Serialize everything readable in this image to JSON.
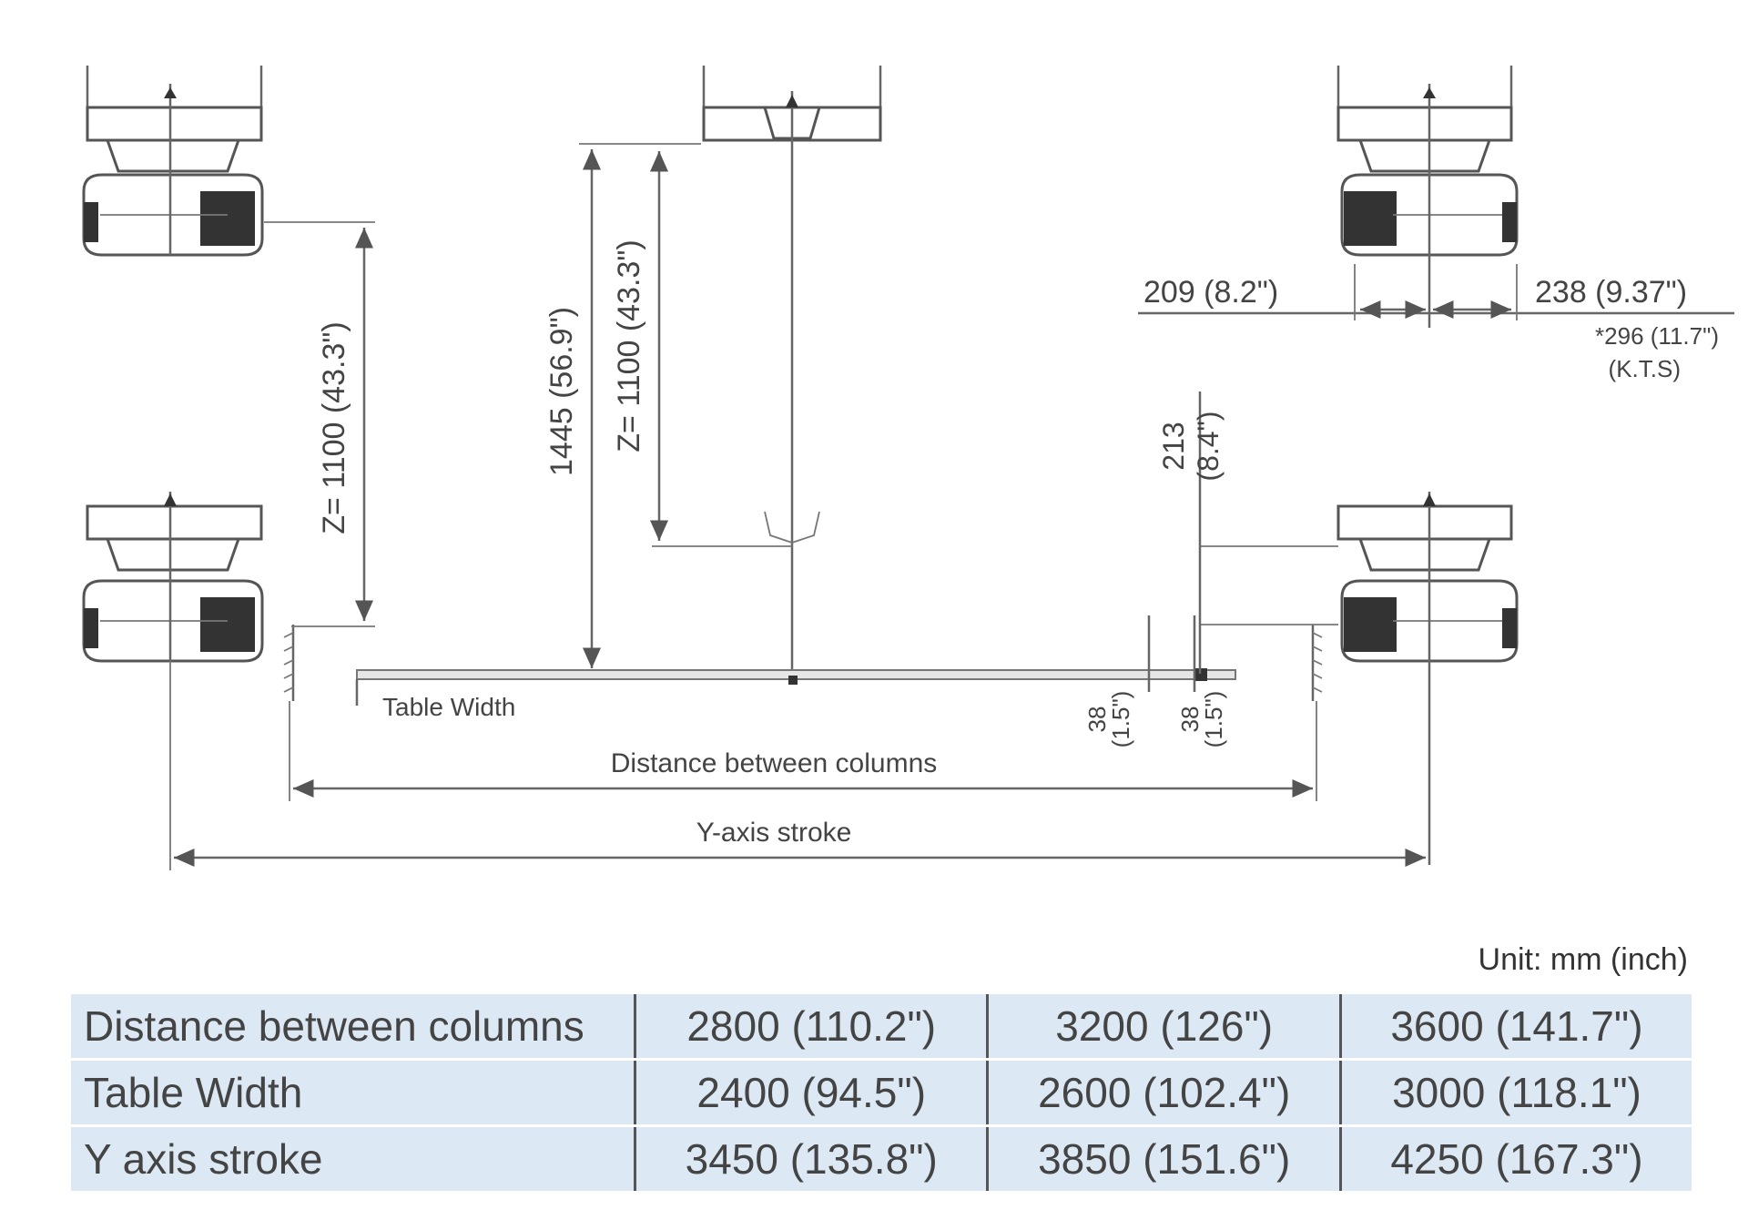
{
  "diagram": {
    "labels": {
      "z_left": "Z= 1100 (43.3\")",
      "z_center": "Z= 1100 (43.3\")",
      "height_total": "1445 (56.9\")",
      "offset_213": "213",
      "offset_213_inch": "(8.4\")",
      "dim_209": "209 (8.2\")",
      "dim_238": "238 (9.37\")",
      "dim_296": "*296 (11.7\")",
      "kts": "(K.T.S)",
      "table_width": "Table Width",
      "distance_between_columns": "Distance between columns",
      "y_axis_stroke": "Y-axis stroke",
      "small_38_left": "38",
      "small_38_left_inch": "(1.5\")",
      "small_38_right": "38",
      "small_38_right_inch": "(1.5\")"
    }
  },
  "table": {
    "unit": "Unit: mm (inch)",
    "rows": [
      {
        "label": "Distance between columns",
        "values": [
          "2800 (110.2\")",
          "3200 (126\")",
          "3600 (141.7\")"
        ]
      },
      {
        "label": "Table Width",
        "values": [
          "2400 (94.5\")",
          "2600 (102.4\")",
          "3000 (118.1\")"
        ]
      },
      {
        "label": "Y axis stroke",
        "values": [
          "3450 (135.8\")",
          "3850 (151.6\")",
          "4250 (167.3\")"
        ]
      }
    ]
  }
}
